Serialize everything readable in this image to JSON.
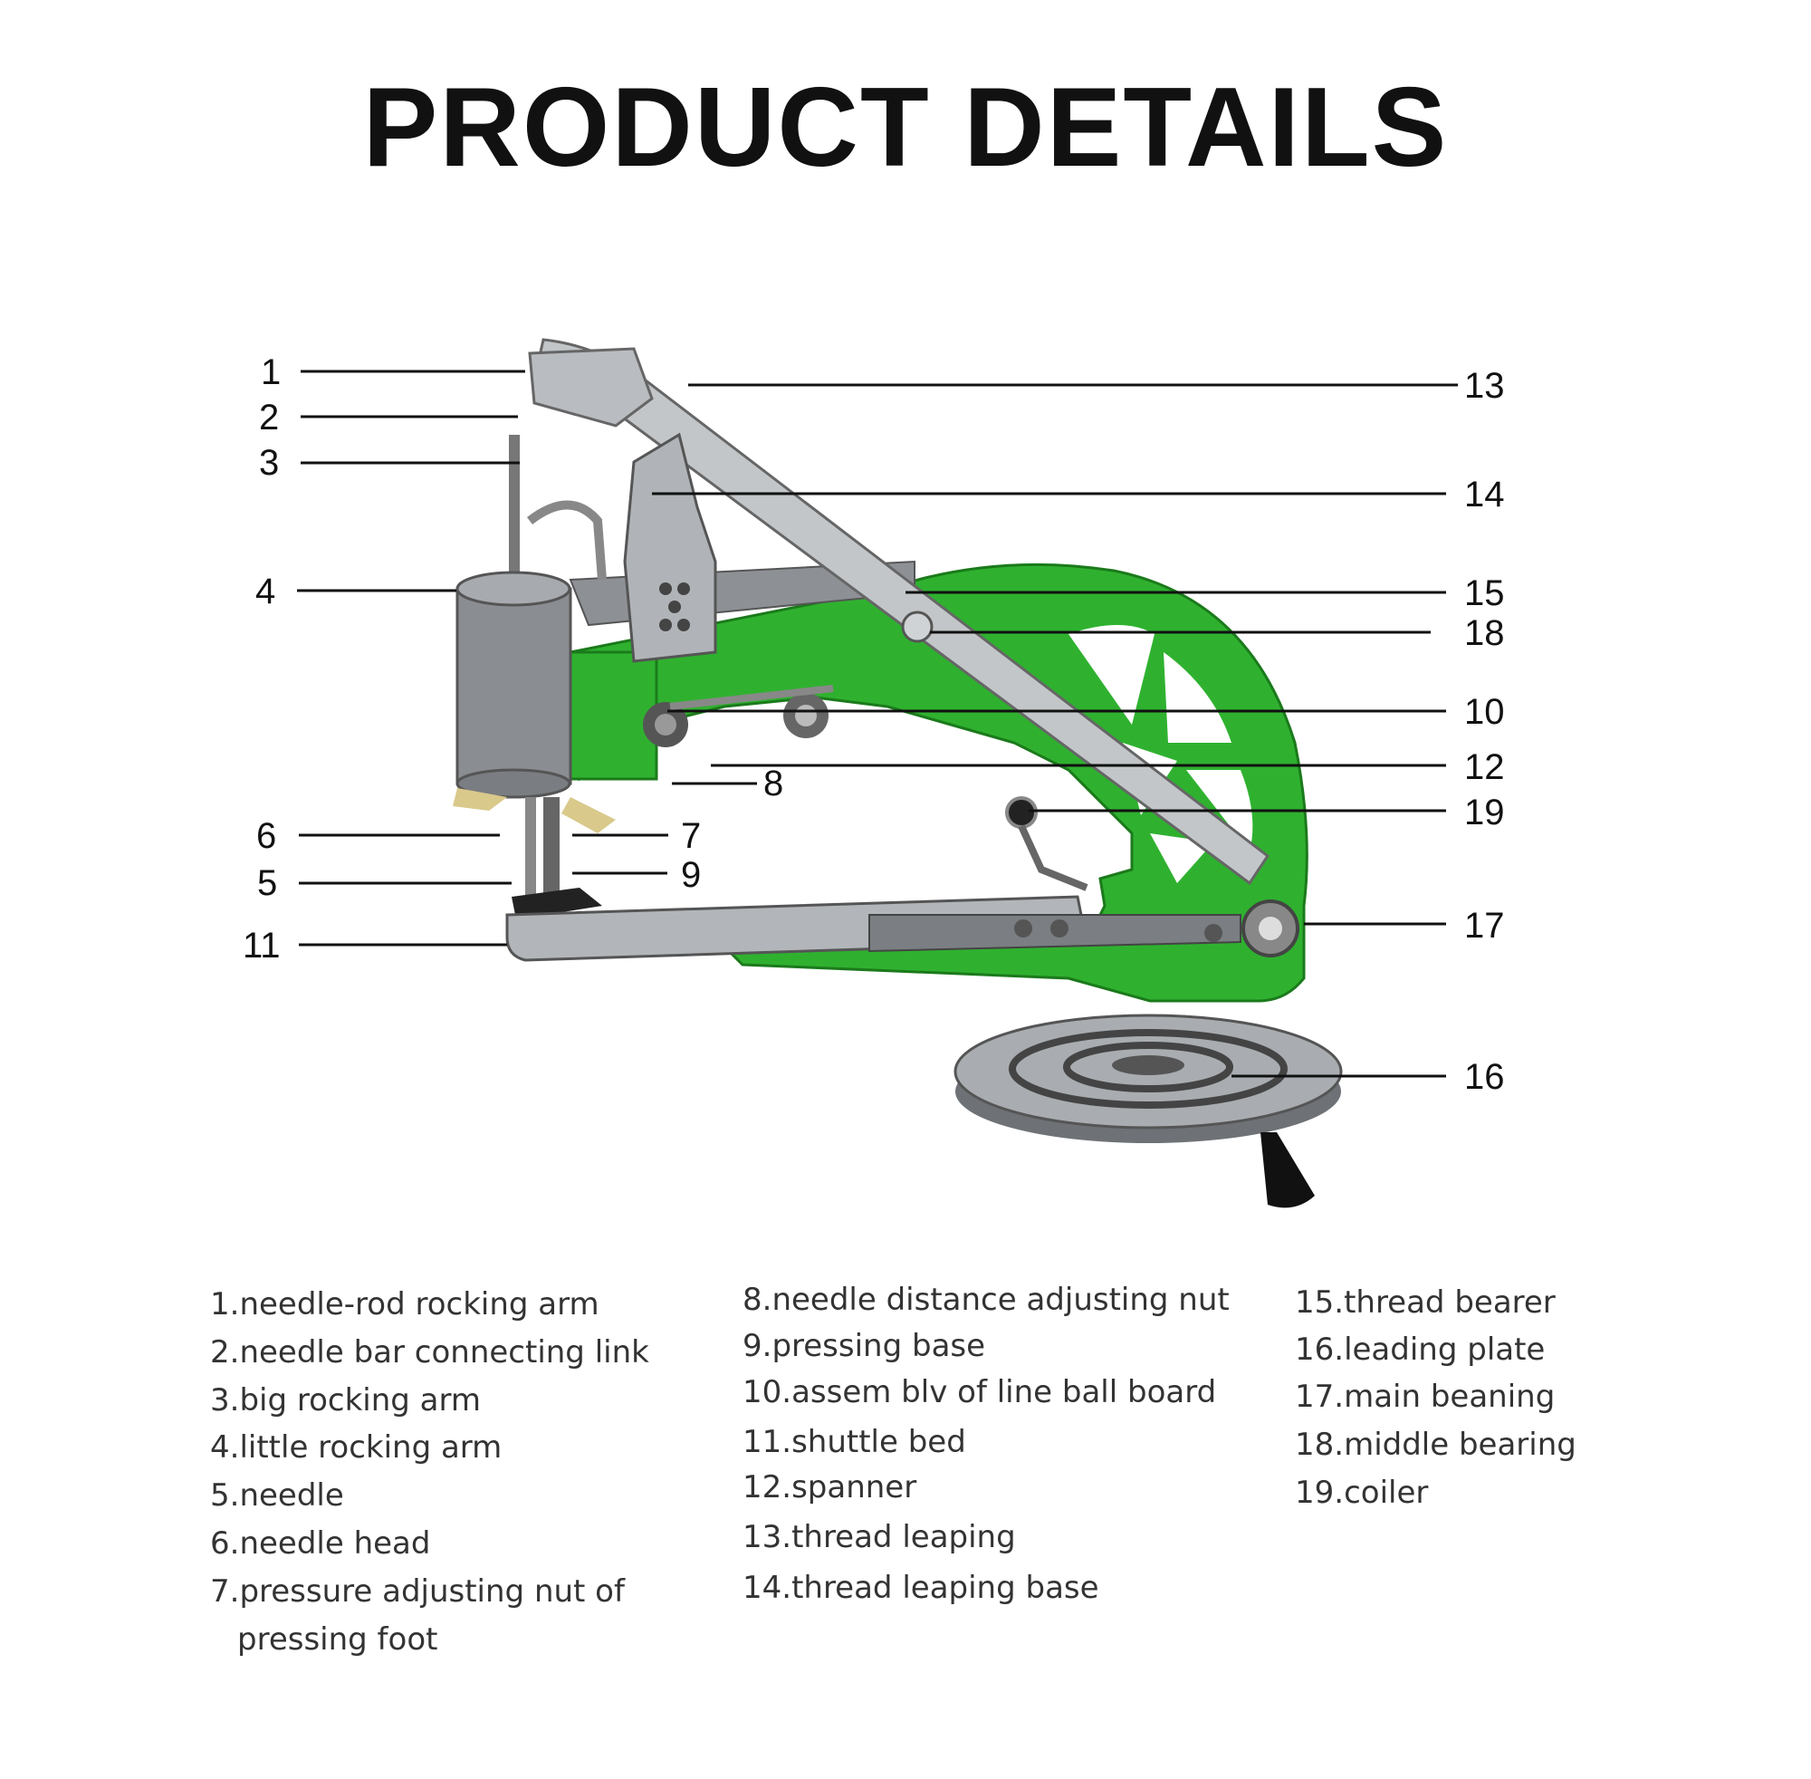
{
  "title": "PRODUCT DETAILS",
  "colors": {
    "frame_green": "#2fb12f",
    "metal": "#b8bcc0",
    "dark": "#222222",
    "text": "#333333"
  },
  "callouts": [
    "1",
    "2",
    "3",
    "4",
    "5",
    "6",
    "7",
    "8",
    "9",
    "10",
    "11",
    "12",
    "13",
    "14",
    "15",
    "16",
    "17",
    "18",
    "19"
  ],
  "legend": {
    "col1": [
      "1.needle-rod rocking arm",
      "2.needle bar connecting link",
      "3.big rocking arm",
      "4.little rocking arm",
      "5.needle",
      "6.needle head",
      "7.pressure adjusting nut of",
      "pressing foot"
    ],
    "col2": [
      "8.needle distance adjusting nut",
      "9.pressing base",
      "10.assem blv of line ball board",
      "11.shuttle bed",
      "12.spanner",
      "13.thread leaping",
      "14.thread leaping base"
    ],
    "col3": [
      "15.thread bearer",
      "16.leading plate",
      "17.main beaning",
      "18.middle bearing",
      "19.coiler"
    ]
  }
}
